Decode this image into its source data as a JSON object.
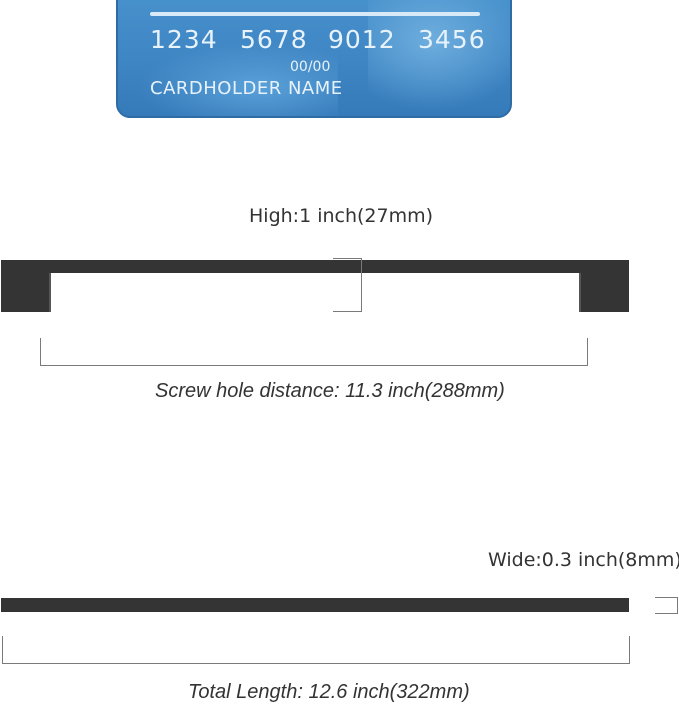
{
  "card": {
    "number_groups": [
      "1234",
      "5678",
      "9012",
      "3456"
    ],
    "expiry": "00/00",
    "holder": "CARDHOLDER NAME"
  },
  "labels": {
    "height": "High:1 inch(27mm)",
    "screw_hole": "Screw hole distance:  11.3 inch(288mm)",
    "width": "Wide:0.3 inch(8mm)",
    "total_length": "Total Length: 12.6 inch(322mm)"
  },
  "colors": {
    "handle": "#343434",
    "card": "#3f86c4",
    "lines": "#7a7a7a"
  }
}
